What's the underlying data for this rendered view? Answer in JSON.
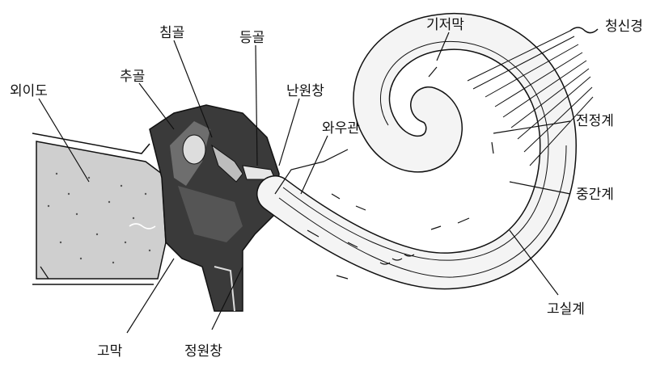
{
  "labels": {
    "ear_canal": "외이도",
    "malleus": "추골",
    "incus": "침골",
    "stapes": "등골",
    "round_window": "난원창",
    "cochlear_duct_tube": "와우관",
    "basilar_membrane": "기저막",
    "auditory_nerve": "청신경",
    "scala_vestibuli": "전정계",
    "scala_media": "중간계",
    "scala_tympani": "고실계",
    "eardrum": "고막",
    "oval_window": "정원창"
  },
  "colors": {
    "ink": "#111111",
    "bone_dark": "#3a3a3a",
    "bone_mid": "#6e6e6e",
    "canal_fill": "#c9c9c9",
    "cochlea_fill": "#f4f4f4"
  }
}
